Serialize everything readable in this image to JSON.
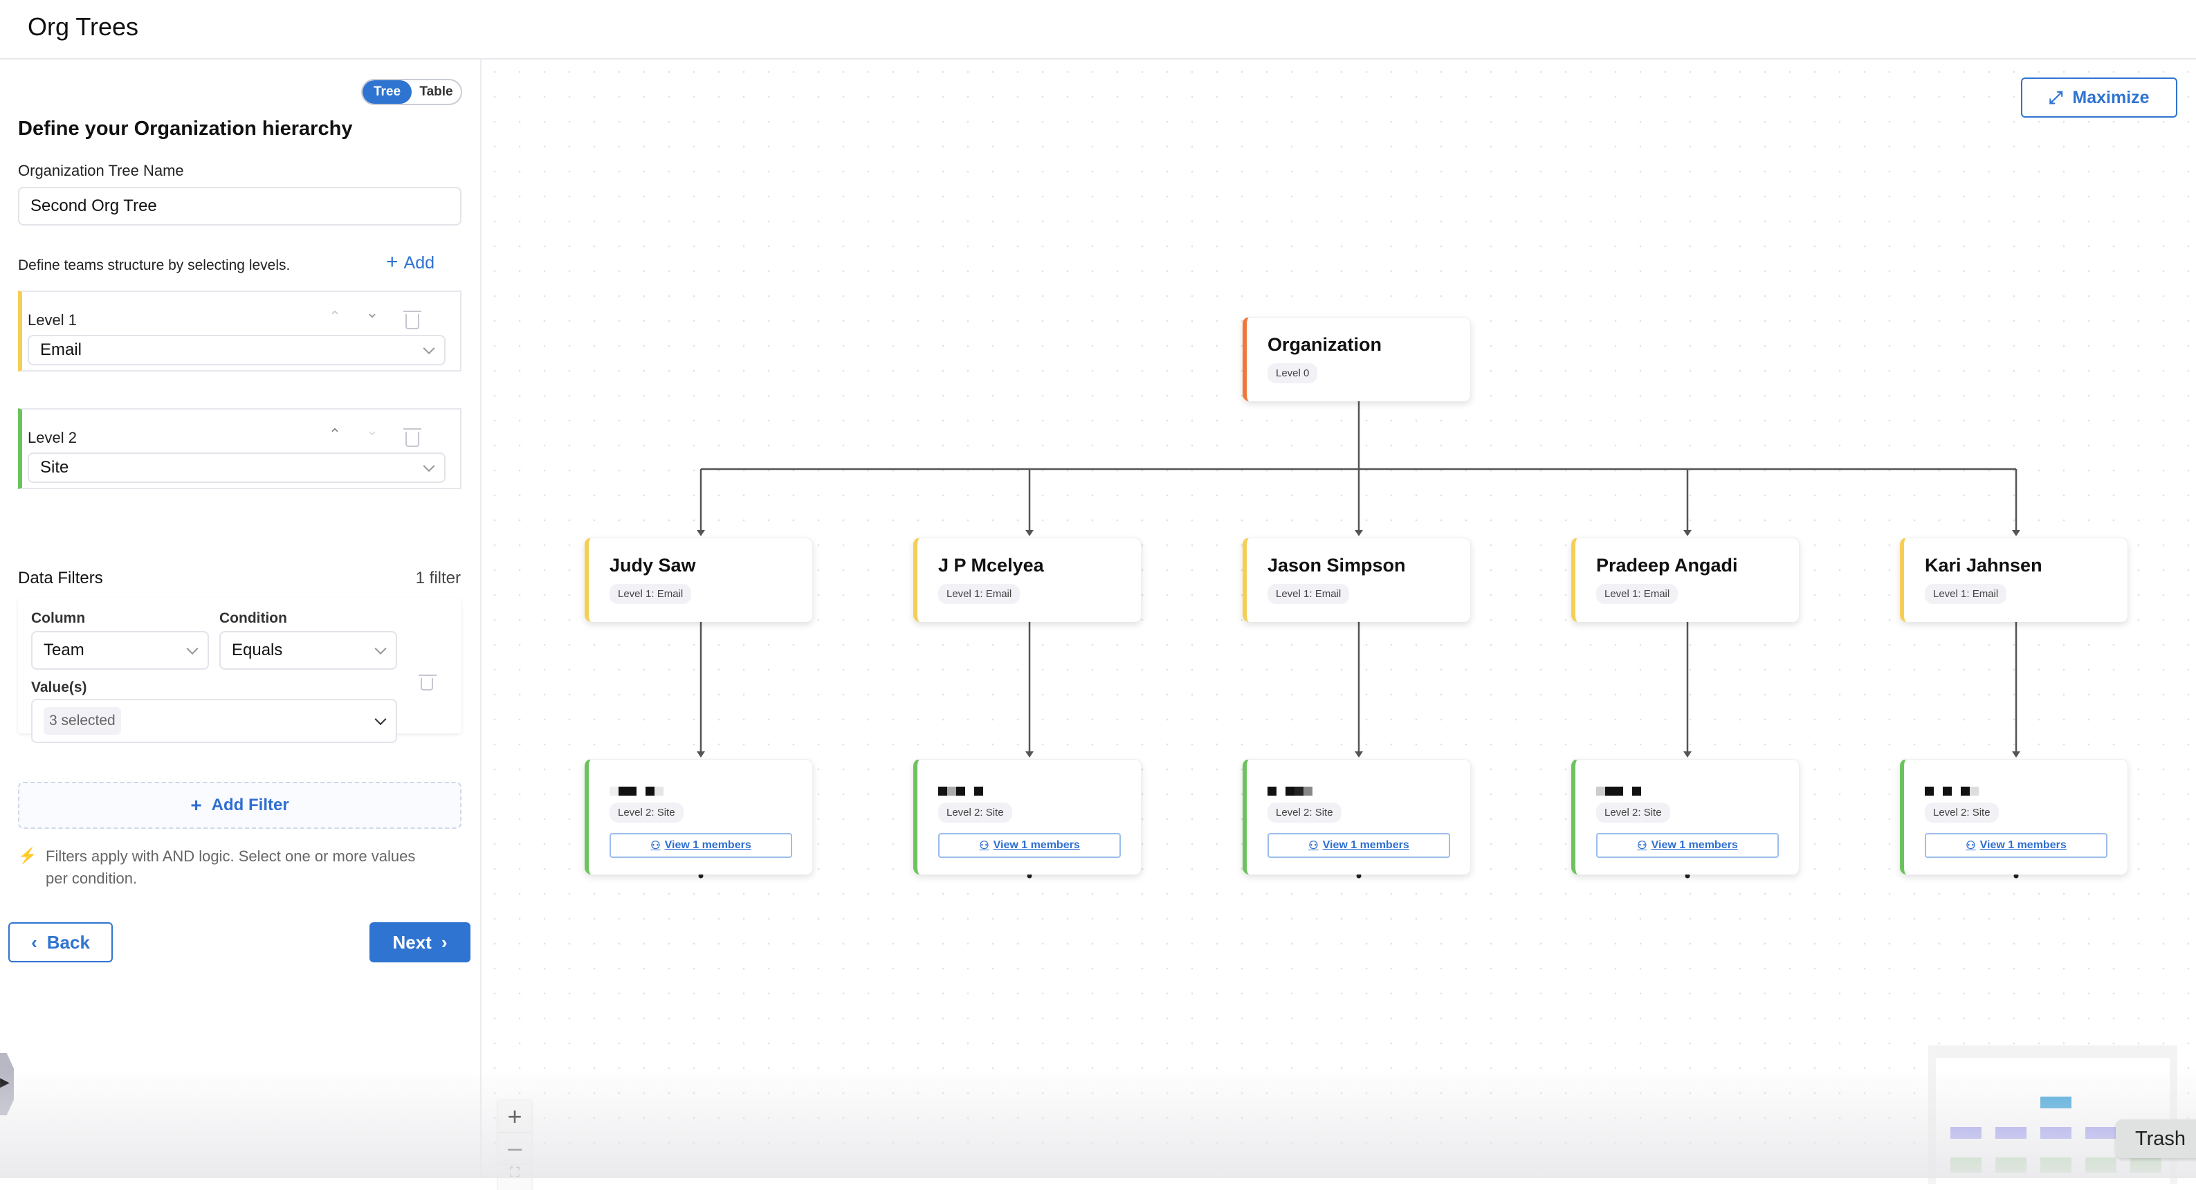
{
  "header": {
    "title": "Org Trees"
  },
  "sidebar": {
    "view_toggle": {
      "options": [
        "Tree",
        "Table"
      ],
      "selected": "Tree"
    },
    "heading": "Define your Organization hierarchy",
    "tree_name_label": "Organization Tree Name",
    "tree_name_value": "Second Org Tree",
    "levels_hint": "Define teams structure by selecting levels.",
    "add_label": "Add",
    "levels": [
      {
        "label": "Level 1",
        "value": "Email",
        "color": "#f5cf55"
      },
      {
        "label": "Level 2",
        "value": "Site",
        "color": "#6cc35d"
      }
    ],
    "filters": {
      "title": "Data Filters",
      "count": "1 filter",
      "column_label": "Column",
      "column_value": "Team",
      "condition_label": "Condition",
      "condition_value": "Equals",
      "values_label": "Value(s)",
      "values_value": "3 selected",
      "add_filter": "Add Filter",
      "note": "Filters apply with AND logic. Select one or more values per condition."
    },
    "back": "Back",
    "next": "Next"
  },
  "canvas": {
    "maximize": "Maximize",
    "root": {
      "name": "Organization",
      "level": "Level 0",
      "color": "#f0773a"
    },
    "level1": [
      {
        "name": "Judy Saw",
        "level": "Level 1: Email"
      },
      {
        "name": "J P Mcelyea",
        "level": "Level 1: Email"
      },
      {
        "name": "Jason Simpson",
        "level": "Level 1: Email"
      },
      {
        "name": "Pradeep Angadi",
        "level": "Level 1: Email"
      },
      {
        "name": "Kari Jahnsen",
        "level": "Level 1: Email"
      }
    ],
    "level2": [
      {
        "level": "Level 2: Site",
        "members": "View 1 members"
      },
      {
        "level": "Level 2: Site",
        "members": "View 1 members"
      },
      {
        "level": "Level 2: Site",
        "members": "View 1 members"
      },
      {
        "level": "Level 2: Site",
        "members": "View 1 members"
      },
      {
        "level": "Level 2: Site",
        "members": "View 1 members"
      }
    ],
    "tooltip": "Trash",
    "colors": {
      "accent": "#2f74d0",
      "level1": "#f5cf55",
      "level2": "#6cc35d",
      "minimap_root": "#4ba9dc",
      "minimap_l1": "#9d9cf3",
      "minimap_l2": "#a6d39b"
    }
  }
}
